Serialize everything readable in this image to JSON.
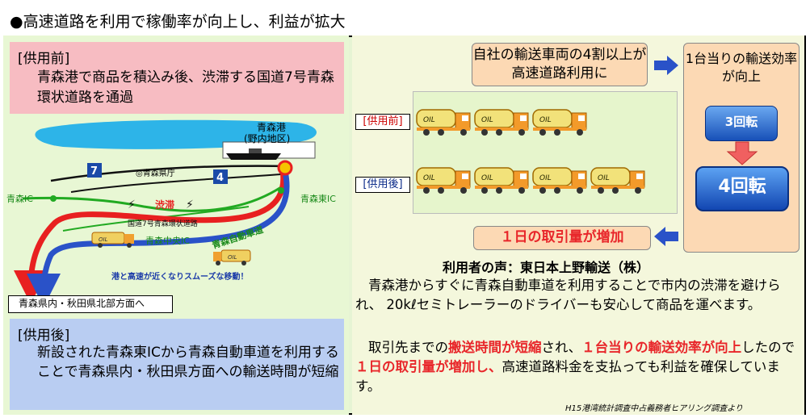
{
  "headline": "●高速道路を利用で稼働率が向上し、利益が拡大",
  "before": {
    "heading": "[供用前]",
    "text": "青森港で商品を積込み後、渋滞する国道7号青森環状道路を通過"
  },
  "after": {
    "heading": "[供用後]",
    "text": "新設された青森東ICから青森自動車道を利用することで青森県内・秋田県方面への輸送時間が短縮"
  },
  "map": {
    "port_name": "青森港",
    "port_sub": "(野内地区)",
    "prefectural_office": "◎青森県庁",
    "route_7": "7",
    "route_4": "4",
    "jam": "渋滞",
    "ring_road": "国道7号青森環状道路",
    "aomori_ic": "青森IC",
    "aomori_east_ic": "青森東IC",
    "aomori_central_ic": "青森中央IC",
    "expressway": "青森自動車道",
    "smooth_move": "港と高速が近くなりスムーズな移動！",
    "destination": "青森県内・秋田県北部方面へ",
    "truck_text": "OIL"
  },
  "note": "自社の輸送車両の4割以上が高速道路利用に",
  "efficiency": {
    "title": "1台当りの輸送効率が向上",
    "before_value": "3回転",
    "after_value": "4回転"
  },
  "trucks": {
    "before_label": "[供用前]",
    "after_label": "[供用後]",
    "before_count": 3,
    "after_count": 4,
    "truck_text": "OIL"
  },
  "increase": "１日の取引量が増加",
  "voice": {
    "title": "利用者の声：東日本上野輸送（株）",
    "p1": "青森港からすぐに青森自動車道を利用することで市内の渋滞を避けられ、 20kℓセミトレーラーのドライバーも安心して商品を運べます。",
    "p2_a": "取引先までの",
    "p2_b": "搬送時間が短縮",
    "p2_c": "され、",
    "p2_d": "１台当りの輸送効率が向上",
    "p2_e": "したので",
    "p2_f": "１日の取引量が増加し、",
    "p2_g": "高速道路料金を支払っても利益を確保しています。"
  },
  "source": "H15港湾統計調査中占義務者ヒアリング調査より",
  "colors": {
    "before_bg": "#f7bcc2",
    "after_bg": "#b9cdf2",
    "accent_red": "#e8262a",
    "box_orange": "#fcd9b4",
    "arrow_blue": "#2a52c8"
  }
}
